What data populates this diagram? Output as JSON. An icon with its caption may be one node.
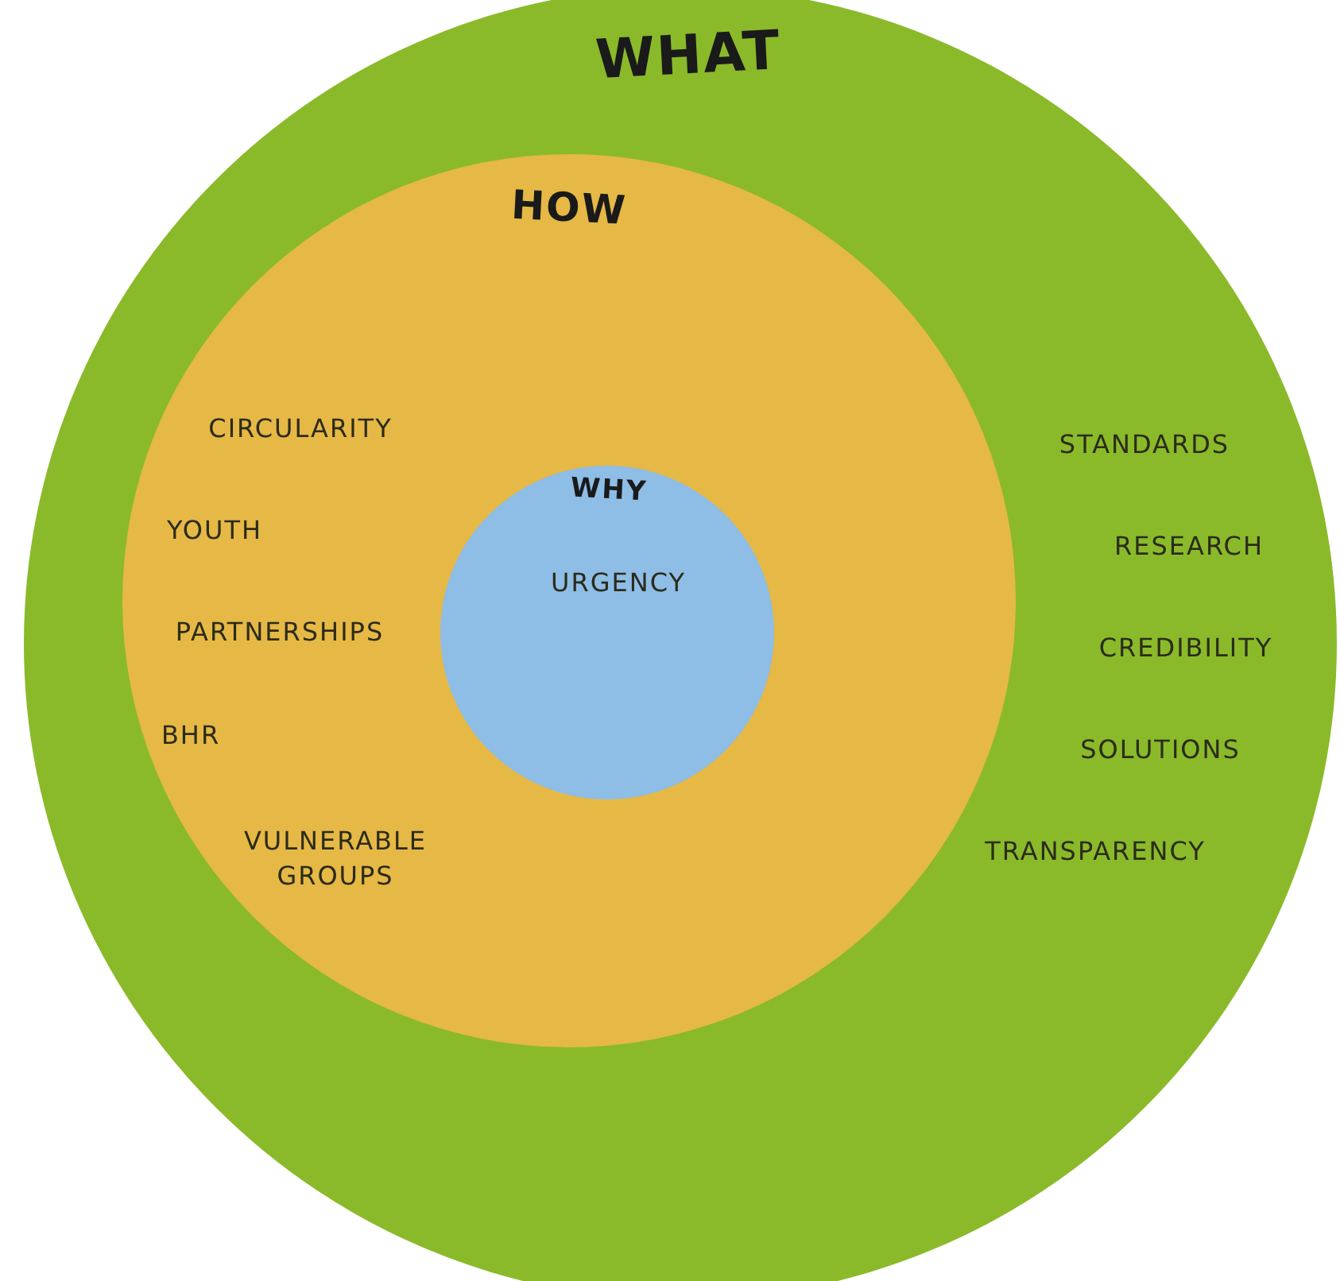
{
  "diagram": {
    "nodes": [
      {
        "text": [
          "WHAT",
          "STANDARDS",
          "RESEARCH",
          "CREDIBILITY",
          "SOLUTIONS",
          "TRANSPARENCY"
        ]
      },
      {
        "text": [
          "HOW",
          "CIRCULARITY",
          "YOUTH",
          "PARTNERSHIPS",
          "BHR",
          "VULNERABLE GROUPS"
        ],
        "in": 0
      },
      {
        "text": [
          "WHY",
          "URGENCY"
        ],
        "in": 1
      }
    ]
  }
}
